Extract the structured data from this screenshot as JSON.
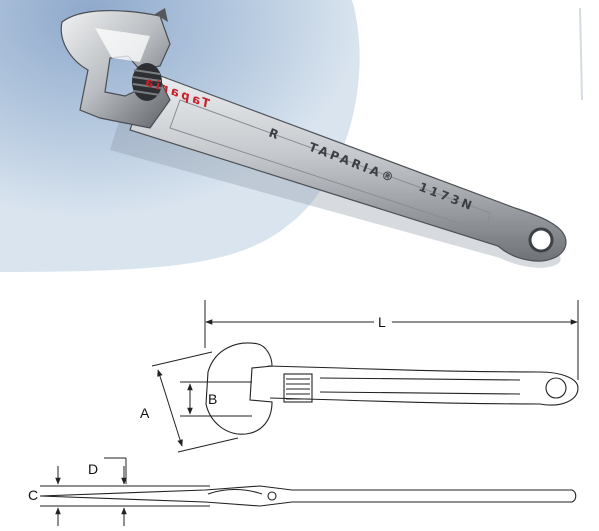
{
  "photo": {
    "brand_script": "Taparia",
    "stamp_letter": "R",
    "brand_name": "TAPARIA®",
    "model": "1173N",
    "colors": {
      "backdrop": "#a9c1dc",
      "steel_light": "#dadde0",
      "steel_dark": "#6f7378",
      "logo_red": "#c8202a"
    }
  },
  "drawing": {
    "labels": {
      "length": "L",
      "jaw_width": "A",
      "jaw_opening": "B",
      "head_thickness": "C",
      "jaw_depth": "D"
    },
    "colors": {
      "line": "#222222"
    }
  }
}
